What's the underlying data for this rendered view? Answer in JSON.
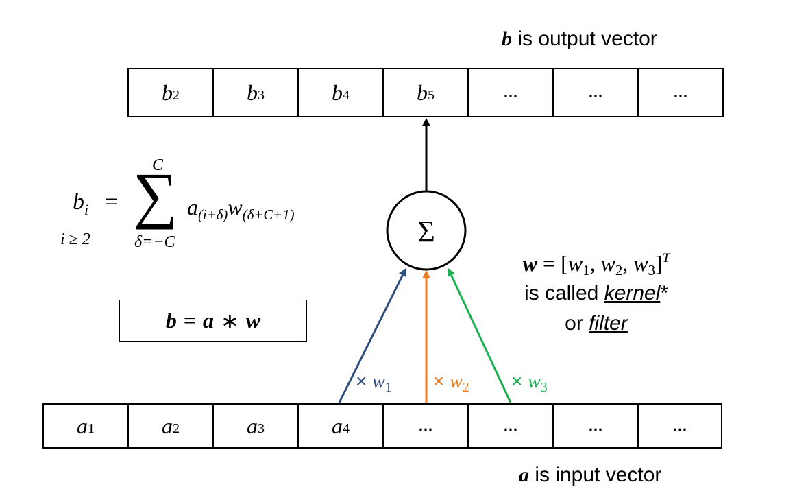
{
  "output_vector": {
    "caption_var": "b",
    "caption_text": " is output vector",
    "cells": [
      {
        "base": "b",
        "sub": "2"
      },
      {
        "base": "b",
        "sub": "3"
      },
      {
        "base": "b",
        "sub": "4"
      },
      {
        "base": "b",
        "sub": "5"
      },
      {
        "base": "…",
        "sub": ""
      },
      {
        "base": "…",
        "sub": ""
      },
      {
        "base": "…",
        "sub": ""
      }
    ]
  },
  "input_vector": {
    "caption_var": "a",
    "caption_text": " is input vector",
    "cells": [
      {
        "base": "a",
        "sub": "1"
      },
      {
        "base": "a",
        "sub": "2"
      },
      {
        "base": "a",
        "sub": "3"
      },
      {
        "base": "a",
        "sub": "4"
      },
      {
        "base": "…",
        "sub": ""
      },
      {
        "base": "…",
        "sub": ""
      },
      {
        "base": "…",
        "sub": ""
      },
      {
        "base": "…",
        "sub": ""
      }
    ]
  },
  "sum_node": {
    "symbol": "Σ"
  },
  "formula": {
    "lhs_base": "b",
    "lhs_sub": "i",
    "equals": "=",
    "sum_symbol": "∑",
    "sum_upper": "C",
    "sum_lower": "δ=−C",
    "term_a": "a",
    "term_a_sub": "(i+δ)",
    "term_w": "w",
    "term_w_sub": "(δ+C+1)",
    "condition": "i ≥ 2"
  },
  "convolution": {
    "lhs": "b",
    "eq": "=",
    "a": "a",
    "op": "∗",
    "w": "w"
  },
  "kernel_note": {
    "w": "w",
    "eq": " = [",
    "w1": "w",
    "w1_sub": "1",
    "w2": "w",
    "w2_sub": "2",
    "w3": "w",
    "w3_sub": "3",
    "close": "]",
    "sup": "T",
    "line2_prefix": "is called ",
    "line2_word": "kernel",
    "line2_suffix": "*",
    "line3_prefix": "or ",
    "line3_word": "filter"
  },
  "weights": [
    {
      "times": "×",
      "w": "w",
      "sub": "1",
      "color": "#2f4d7e"
    },
    {
      "times": "×",
      "w": "w",
      "sub": "2",
      "color": "#ee7d22"
    },
    {
      "times": "×",
      "w": "w",
      "sub": "3",
      "color": "#1db050"
    }
  ]
}
